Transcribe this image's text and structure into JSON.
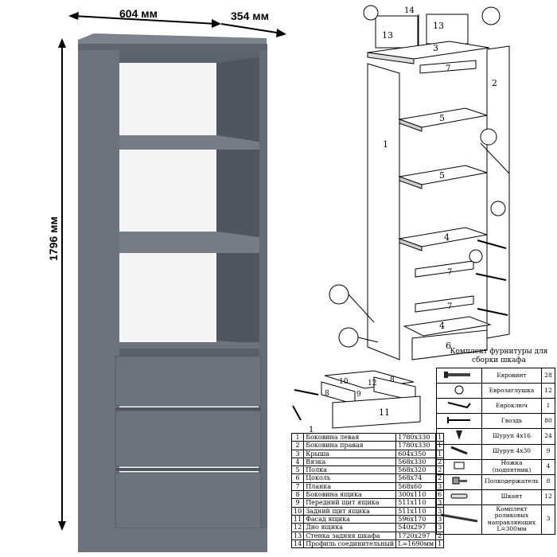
{
  "dimensions": {
    "width": "604 мм",
    "depth": "354 мм",
    "height": "1796 мм"
  },
  "labels": {
    "panel_1": "1",
    "panel_2": "2",
    "top_3": "3",
    "shelf_a": "5",
    "shelf_b": "5",
    "shelf_c": "4",
    "bottom": "4",
    "brace_top": "7",
    "brace_mid": "7",
    "brace_low": "7",
    "plinth": "6",
    "drawer_front": "11",
    "drawer_side_l": "8",
    "drawer_side_r": "8",
    "drawer_back": "10",
    "drawer_bottom": "9",
    "drawer_part": "12",
    "profile": "14",
    "back_l": "13",
    "back_r": "13",
    "drawer_num": "1"
  },
  "kit": {
    "title": "Комплект фурнитуры для сборки шкафа",
    "items": [
      {
        "icon": "eurovint-icon",
        "name": "Евровинт",
        "qty": "28"
      },
      {
        "icon": "eurocap-icon",
        "name": "Еврозаглушка",
        "qty": "12"
      },
      {
        "icon": "eurokey-icon",
        "name": "Евроключ",
        "qty": "1"
      },
      {
        "icon": "nail-icon",
        "name": "Гвоздь",
        "qty": "80"
      },
      {
        "icon": "screw-icon",
        "name": "Шуруп 4х16",
        "qty": "24"
      },
      {
        "icon": "screw-long-icon",
        "name": "Шуруп 4х30",
        "qty": "9"
      },
      {
        "icon": "foot-icon",
        "name": "Ножка (подпятник)",
        "qty": "4"
      },
      {
        "icon": "shelf-holder-icon",
        "name": "Полкодержатель",
        "qty": "8"
      },
      {
        "icon": "dowel-icon",
        "name": "Шкант",
        "qty": "12"
      },
      {
        "icon": "rail-icon",
        "name": "Комплект роликовых направляющих L=300мм",
        "qty": "3"
      }
    ]
  },
  "parts": [
    {
      "n": "1",
      "name": "Боковина левая",
      "size": "1780х330",
      "qty": "1"
    },
    {
      "n": "2",
      "name": "Боковина правая",
      "size": "1780х330",
      "qty": "1"
    },
    {
      "n": "3",
      "name": "Крыша",
      "size": "604х350",
      "qty": "1"
    },
    {
      "n": "4",
      "name": "Вязка",
      "size": "568х330",
      "qty": "2"
    },
    {
      "n": "5",
      "name": "Полка",
      "size": "568х320",
      "qty": "2"
    },
    {
      "n": "6",
      "name": "Цоколь",
      "size": "568х74",
      "qty": "2"
    },
    {
      "n": "7",
      "name": "Планка",
      "size": "568х60",
      "qty": "3"
    },
    {
      "n": "8",
      "name": "Боковина ящика",
      "size": "300х110",
      "qty": "6"
    },
    {
      "n": "9",
      "name": "Передний щит ящика",
      "size": "511х110",
      "qty": "3"
    },
    {
      "n": "10",
      "name": "Задний щит ящика",
      "size": "511х110",
      "qty": "3"
    },
    {
      "n": "11",
      "name": "Фасад ящика",
      "size": "596х170",
      "qty": "3"
    },
    {
      "n": "12",
      "name": "Дно ящика",
      "size": "540х297",
      "qty": "3"
    },
    {
      "n": "13",
      "name": "Стенка задняя шкафа",
      "size": "1720х297",
      "qty": "2"
    },
    {
      "n": "14",
      "name": "Профиль соединительный",
      "size": "L=1690мм",
      "qty": "1"
    }
  ],
  "colors": {
    "cabinet": "#6c737d",
    "cabinet_dark": "#585e67",
    "inner": "#f4f4f4"
  }
}
